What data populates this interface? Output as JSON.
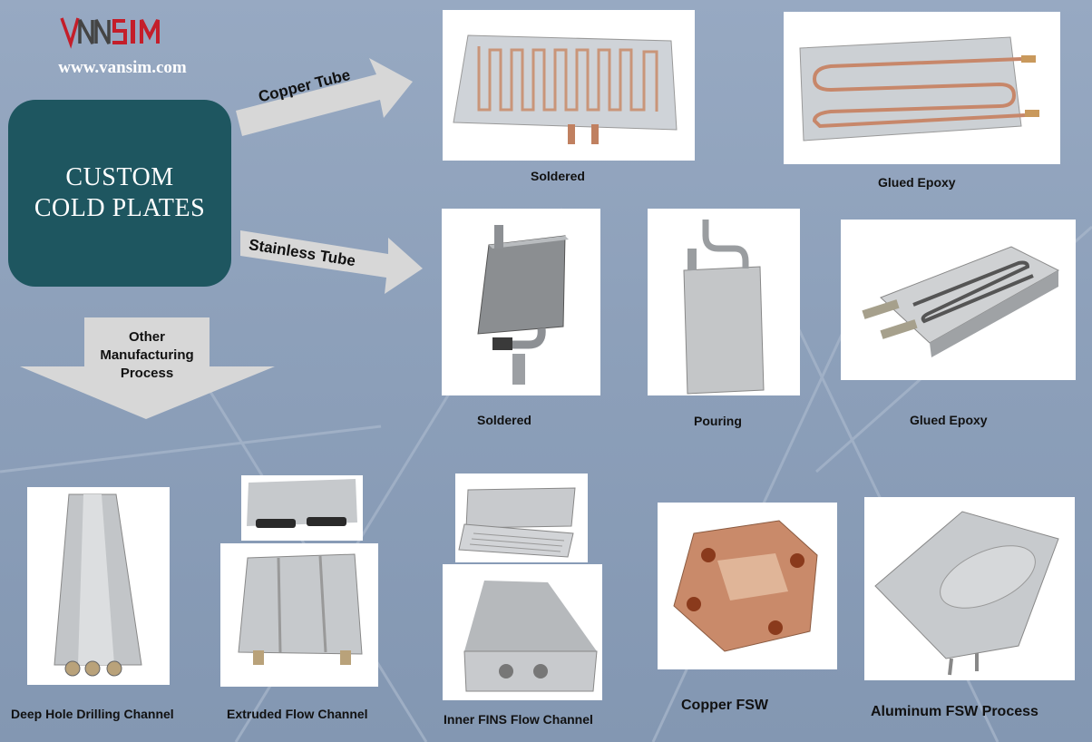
{
  "brand": {
    "logo_text": "VANSIM",
    "website": "www.vansim.com"
  },
  "title": {
    "line1": "CUSTOM",
    "line2": "COLD PLATES"
  },
  "arrows": {
    "copper": "Copper Tube",
    "stainless": "Stainless Tube",
    "other": [
      "Other",
      "Manufacturing",
      "Process"
    ]
  },
  "captions": {
    "copper_soldered": "Soldered",
    "copper_glued": "Glued Epoxy",
    "stainless_soldered": "Soldered",
    "stainless_pouring": "Pouring",
    "stainless_glued": "Glued Epoxy",
    "deep_hole": "Deep Hole Drilling Channel",
    "extruded": "Extruded Flow  Channel",
    "inner_fins": "Inner FINS Flow Channel",
    "copper_fsw": "Copper  FSW",
    "aluminum_fsw": "Aluminum  FSW  Process"
  },
  "colors": {
    "title_box": "#1e5660",
    "background": "#8fa3bd",
    "arrow_fill": "#d7d7d7",
    "copper": "#c98a6a"
  }
}
